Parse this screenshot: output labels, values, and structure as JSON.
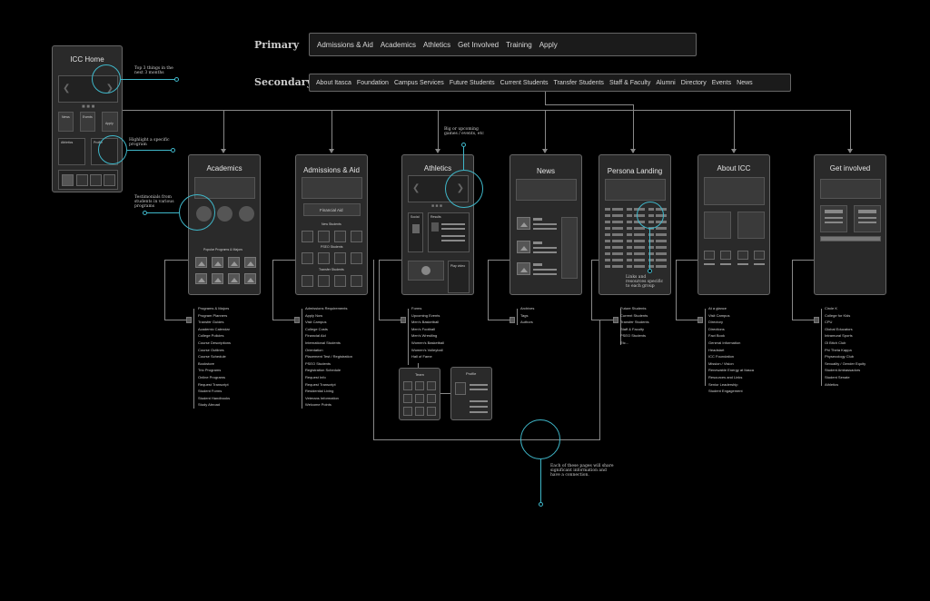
{
  "nav": {
    "primary_label": "Primary",
    "primary_items": [
      "Admissions  & Aid",
      "Academics",
      "Athletics",
      "Get Involved",
      "Training",
      "Apply"
    ],
    "secondary_label": "Secondary",
    "secondary_items": [
      "About Itasca",
      "Foundation",
      "Campus Services",
      "Future Students",
      "Current Students",
      "Transfer Students",
      "Staff & Faculty",
      "Alumni",
      "Directory",
      "Events",
      "News"
    ]
  },
  "home": {
    "title": "ICC Home",
    "news_label": "News",
    "events_label": "Events",
    "apply_label": "Apply",
    "athletics_label": "Athletics",
    "profile_label": "Profile",
    "arrow_left": "❮",
    "arrow_right": "❯"
  },
  "cards": {
    "academics": {
      "title": "Academics",
      "section_label": "Popular Programs & Majors"
    },
    "admissions": {
      "title": "Admissions & Aid",
      "button": "Financial Aid",
      "group1": "New Students",
      "group2": "PSEO Students",
      "group3": "Transfer Students"
    },
    "athletics": {
      "title": "Athletics",
      "social_label": "Social",
      "results_label": "Results",
      "play_label": "Play video"
    },
    "news": {
      "title": "News"
    },
    "persona": {
      "title": "Persona Landing"
    },
    "about": {
      "title": "About ICC"
    },
    "involved": {
      "title": "Get involved"
    }
  },
  "subcards": {
    "team": "Team",
    "profile": "Profile"
  },
  "notes": {
    "top3": "Top 3 things in the\nnext 3 months",
    "highlight": "Highlight a specific\nprogram",
    "testimonials": "Testimonials from\nstudents in various\nprograms",
    "upcoming": "Big or upcoming\ngames / events, etc",
    "links": "Links and\nresources specific\nto each group",
    "shared": "Each of these pages will share\nsignificant information and\nhave a connection."
  },
  "link_lists": {
    "academics": [
      "Programs & Majors",
      "Program Planners",
      "Transfer Guides",
      "Academic Calendar",
      "College Policies",
      "Course Descriptions",
      "Course Outlines",
      "Course Schedule",
      "Bookstore",
      "Trio Programs",
      "Online Programs",
      "Request Transcript",
      "Student Forms",
      "Student Handbooks",
      "Study Abroad"
    ],
    "admissions": [
      "Admissions Requirements",
      "Apply Now",
      "Visit Campus",
      "College Costs",
      "Financial Aid",
      "International Students",
      "Orientation",
      "Placement Test / Registration",
      "PSEO Students",
      "Registration Schedule",
      "Request Info",
      "Request Transcript",
      "Residential Living",
      "Veterans Information",
      "Welcome Points"
    ],
    "athletics": [
      "Forms",
      "Upcoming Events",
      "Men's Basketball",
      "Men's Football",
      "Men's Wrestling",
      "Women's Basketball",
      "Women's Volleyball",
      "Hall of Fame"
    ],
    "news": [
      "Archives",
      "Tags",
      "Authors"
    ],
    "persona": [
      "Future Students",
      "Current Students",
      "Transfer Students",
      "Staff & Faculty",
      "PSEO Students",
      "Etc..."
    ],
    "about": [
      "At a glance",
      "Visit Campus",
      "Directory",
      "Directions",
      "Fact Book",
      "General Information",
      "Headstart",
      "ICC Foundation",
      "Mission / Vision",
      "Renewable Energy at Itasca",
      "Resources and Links",
      "Senior Leadership",
      "Student Engagement"
    ],
    "involved": [
      "Circle K",
      "College for Kids",
      "CPU",
      "Global Educators",
      "Intramural Sports",
      "Ol Bitch Club",
      "Phi Theta Kappa",
      "Physecology Club",
      "Sexuality / Gender Equity",
      "Student Ambassadors",
      "Student Senate",
      "Athletics"
    ]
  }
}
